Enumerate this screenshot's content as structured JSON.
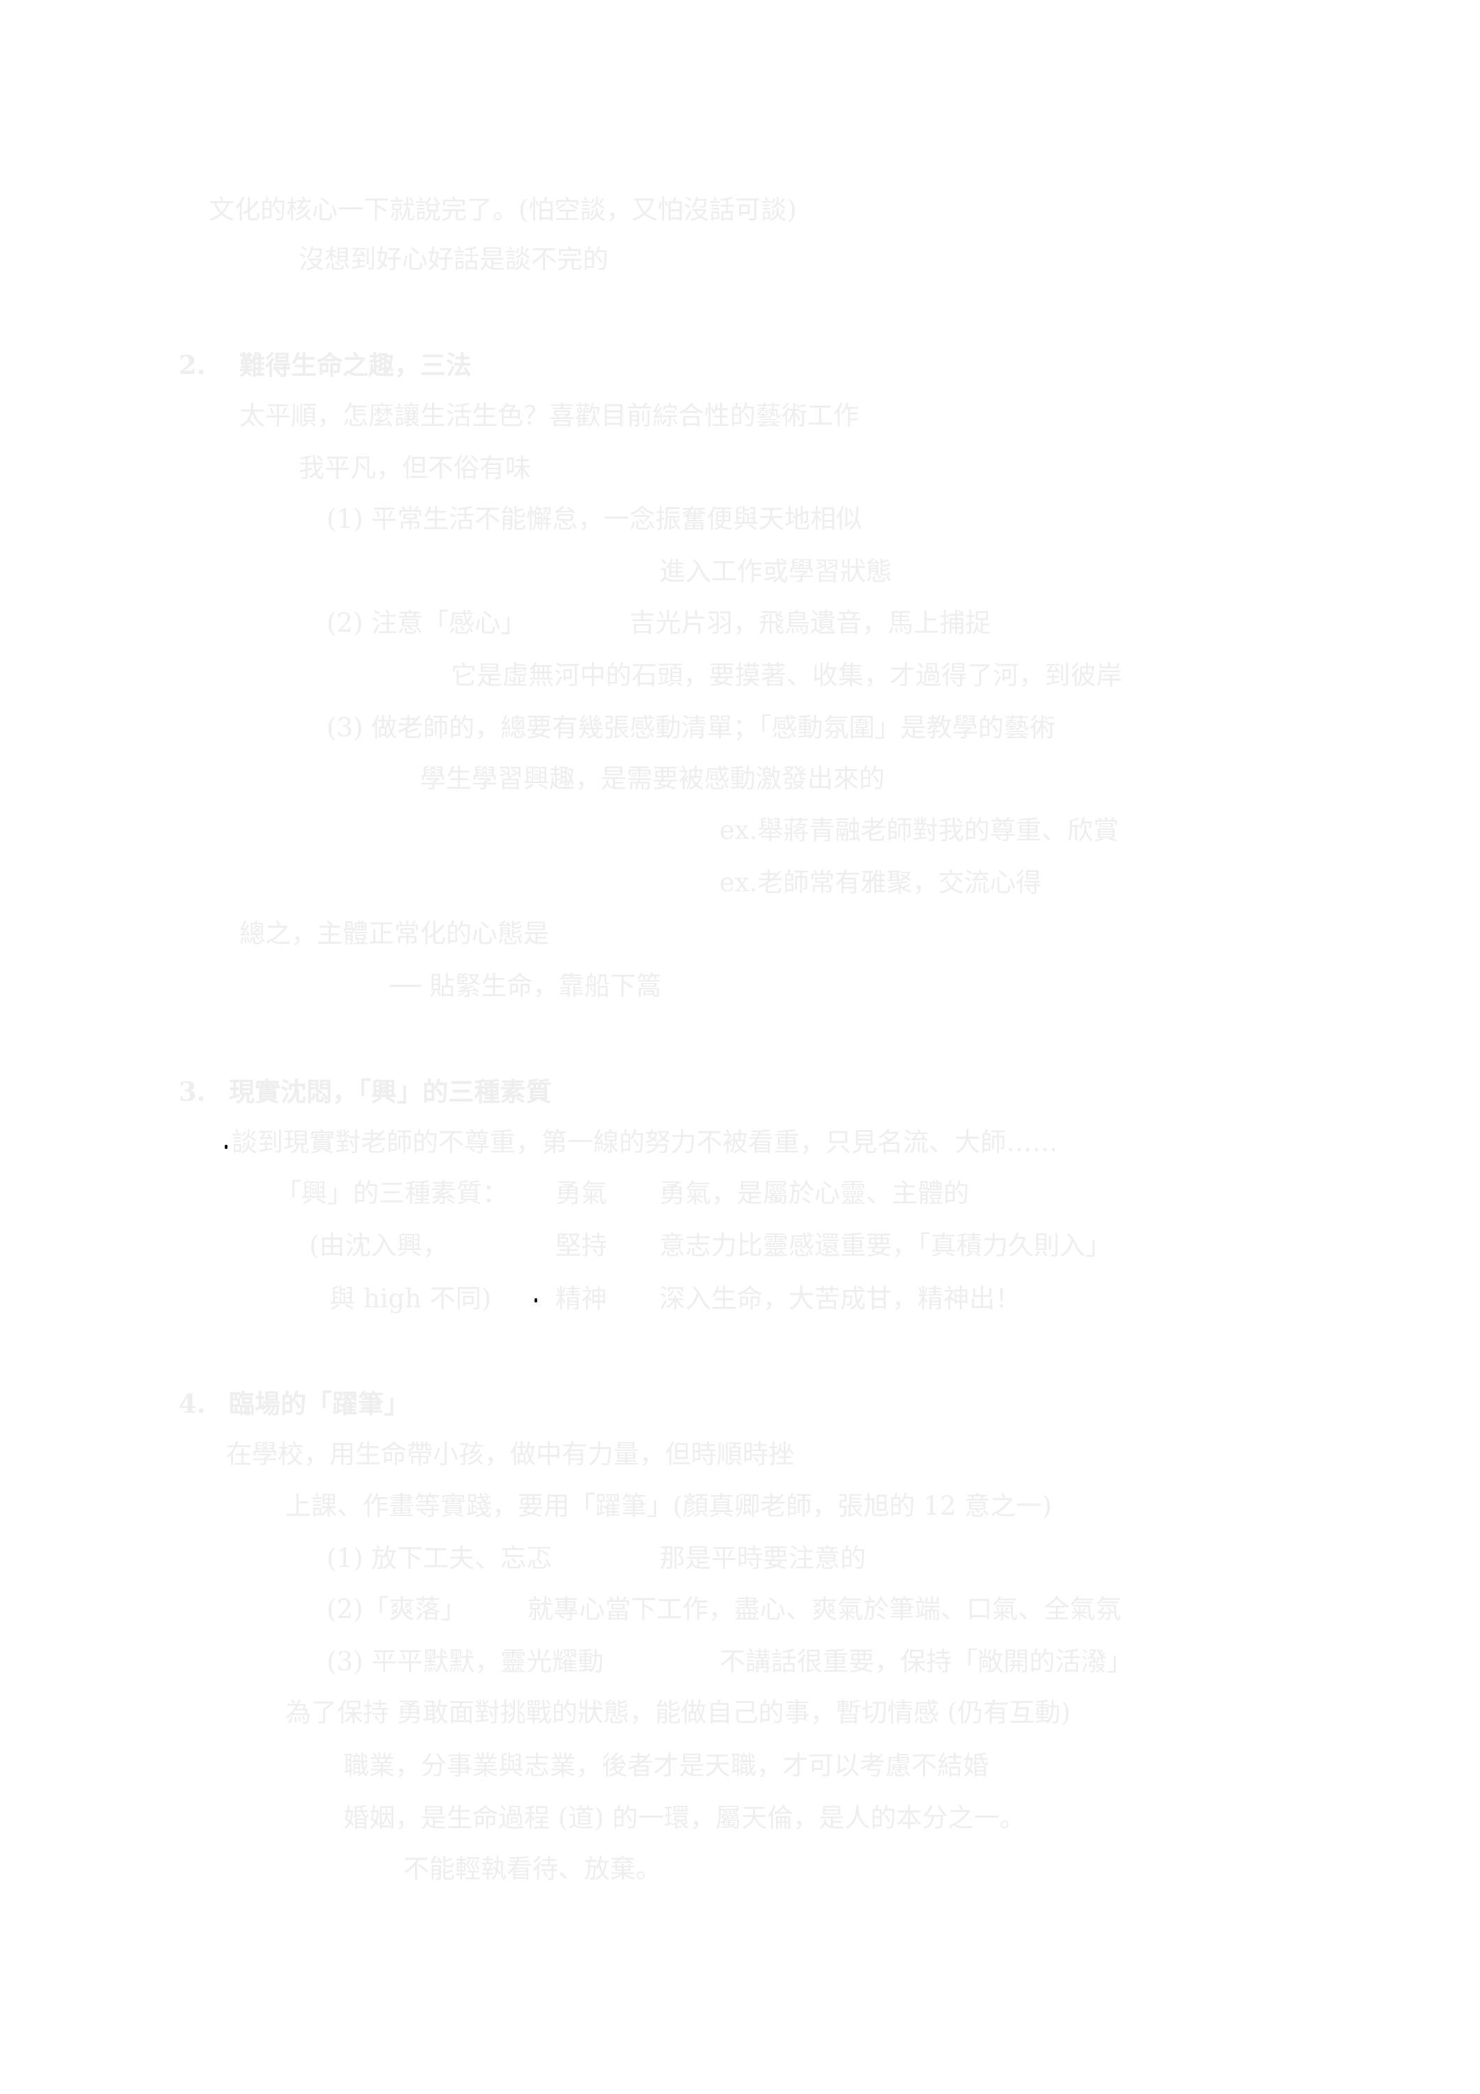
{
  "s1": {
    "l1": "文化的核心一下就說完了。(怕空談，又怕沒話可談)",
    "l2": "沒想到好心好話是談不完的"
  },
  "s2": {
    "num": "2.",
    "title": "難得生命之趣，三法",
    "l1": "太平順，怎麼讓生活生色？喜歡目前綜合性的藝術工作",
    "l2": "我平凡，但不俗有味",
    "l3": "(1) 平常生活不能懈怠，一念振奮便與天地相似",
    "l4": "進入工作或學習狀態",
    "l5a": "(2) 注意「感心」",
    "l5b": "吉光片羽，飛鳥遺音，馬上捕捉",
    "l6": "它是虛無河中的石頭，要摸著、收集，才過得了河，到彼岸",
    "l7": "(3) 做老師的，總要有幾張感動清單；「感動氛圍」是教學的藝術",
    "l8": "學生學習興趣，是需要被感動激發出來的",
    "l9": "ex.舉蔣青融老師對我的尊重、欣賞",
    "l10": "ex.老師常有雅聚，交流心得",
    "l11": "總之，主體正常化的心態是",
    "l12": "── 貼緊生命，靠船下篙"
  },
  "s3": {
    "num": "3.",
    "title": "現實沈悶，「興」的三種素質",
    "l1": "談到現實對老師的不尊重，第一線的努力不被看重，只見名流、大師……",
    "l2a": "「興」的三種素質：",
    "l2b": "勇氣",
    "l2c": "勇氣，是屬於心靈、主體的",
    "l3a": "(由沈入興，",
    "l3b": "堅持",
    "l3c": "意志力比靈感還重要，「真積力久則入」",
    "l4a": "與 high 不同)",
    "l4b": "精神",
    "l4c": "深入生命，大苦成甘，精神出！"
  },
  "s4": {
    "num": "4.",
    "title": "臨場的「躍筆」",
    "l1": "在學校，用生命帶小孩，做中有力量，但時順時挫",
    "l2": "上課、作畫等實踐，要用「躍筆」(顏真卿老師，張旭的 12 意之一)",
    "l3a": "(1) 放下工夫、忘忑",
    "l3b": "那是平時要注意的",
    "l4a": "(2)「爽落」",
    "l4b": "就專心當下工作，盡心、爽氣於筆端、口氣、全氣氛",
    "l5a": "(3) 平平默默，靈光耀動",
    "l5b": "不講話很重要，保持「敞開的活潑」",
    "l6": "為了保持 勇敢面對挑戰的狀態，能做自己的事，暫切情感 (仍有互動)",
    "l7": "職業，分事業與志業，後者才是天職，才可以考慮不結婚",
    "l8": "婚姻，是生命過程 (道) 的一環，屬天倫，是人的本分之一。",
    "l9": "不能輕執看待、放棄。"
  }
}
